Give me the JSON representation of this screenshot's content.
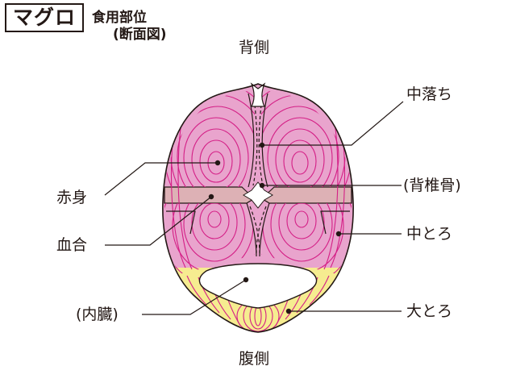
{
  "title": {
    "badge": "マグロ",
    "subtitle_line1": "食用部位",
    "subtitle_line2": "(断面図)"
  },
  "orientation": {
    "top": "背側",
    "bottom": "腹側"
  },
  "labels": {
    "nakaochi": "中落ち",
    "sekitsuikotsu": "(背椎骨)",
    "chutoro": "中とろ",
    "otoro": "大とろ",
    "akami": "赤身",
    "chiai": "血合",
    "naizou": "(内臓)"
  },
  "colors": {
    "akami_fill": "#e9a4cd",
    "akami_lines": "#d41f86",
    "chiai_fill": "#ddb1b5",
    "otoro_fill": "#f6ec90",
    "outline": "#231815"
  }
}
